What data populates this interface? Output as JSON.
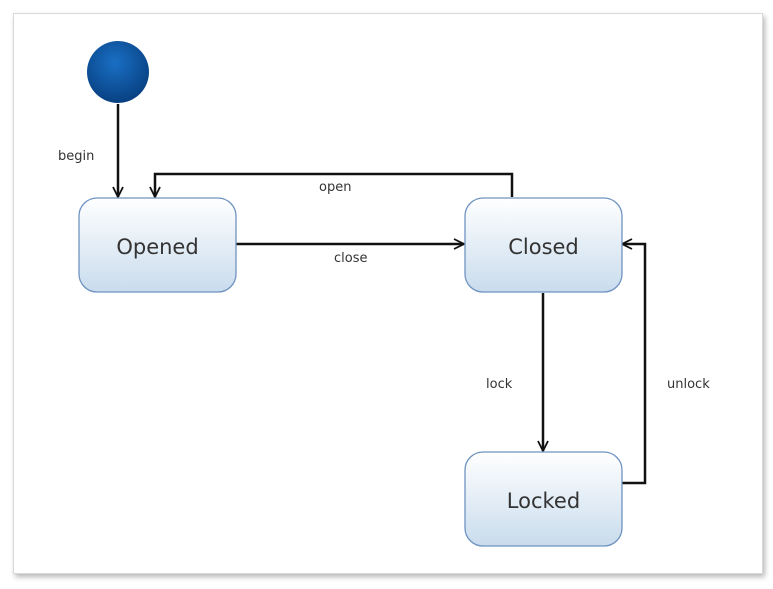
{
  "diagram": {
    "initial_state": {
      "color": "#0a4f9b"
    },
    "states": [
      {
        "id": "opened",
        "label": "Opened"
      },
      {
        "id": "closed",
        "label": "Closed"
      },
      {
        "id": "locked",
        "label": "Locked"
      }
    ],
    "transitions": [
      {
        "from": "initial",
        "to": "opened",
        "label": "begin"
      },
      {
        "from": "closed",
        "to": "opened",
        "label": "open"
      },
      {
        "from": "opened",
        "to": "closed",
        "label": "close"
      },
      {
        "from": "closed",
        "to": "locked",
        "label": "lock"
      },
      {
        "from": "locked",
        "to": "closed",
        "label": "unlock"
      }
    ],
    "colors": {
      "state_fill_top": "#ffffff",
      "state_fill_bottom": "#c9dced",
      "state_border": "#6f93c0",
      "edge": "#111111"
    }
  }
}
